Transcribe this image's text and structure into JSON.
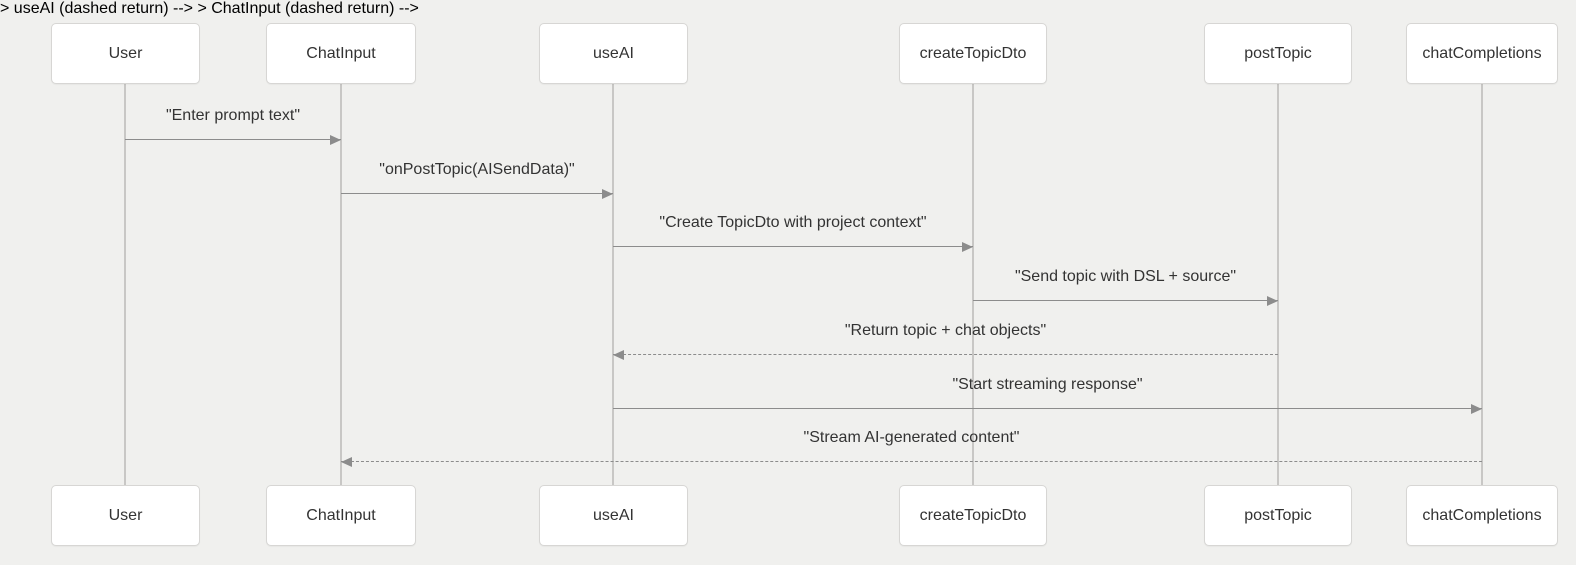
{
  "diagram": {
    "type": "sequence-diagram",
    "actors": [
      {
        "label": "User"
      },
      {
        "label": "ChatInput"
      },
      {
        "label": "useAI"
      },
      {
        "label": "createTopicDto"
      },
      {
        "label": "postTopic"
      },
      {
        "label": "chatCompletions"
      }
    ],
    "messages": [
      {
        "from": "User",
        "to": "ChatInput",
        "label": "\"Enter prompt text\"",
        "style": "solid",
        "direction": "right"
      },
      {
        "from": "ChatInput",
        "to": "useAI",
        "label": "\"onPostTopic(AISendData)\"",
        "style": "solid",
        "direction": "right"
      },
      {
        "from": "useAI",
        "to": "createTopicDto",
        "label": "\"Create TopicDto with project context\"",
        "style": "solid",
        "direction": "right"
      },
      {
        "from": "createTopicDto",
        "to": "postTopic",
        "label": "\"Send topic with DSL + source\"",
        "style": "solid",
        "direction": "right"
      },
      {
        "from": "postTopic",
        "to": "useAI",
        "label": "\"Return topic + chat objects\"",
        "style": "dashed",
        "direction": "left"
      },
      {
        "from": "useAI",
        "to": "chatCompletions",
        "label": "\"Start streaming response\"",
        "style": "solid",
        "direction": "right"
      },
      {
        "from": "chatCompletions",
        "to": "ChatInput",
        "label": "\"Stream AI-generated content\"",
        "style": "dashed",
        "direction": "left"
      }
    ],
    "colors": {
      "background": "#f0f0ee",
      "actor_fill": "#ffffff",
      "actor_border": "#d7d6d4",
      "lifeline": "#c8c7c5",
      "arrow": "#8c8c8c",
      "text": "#333333"
    }
  }
}
